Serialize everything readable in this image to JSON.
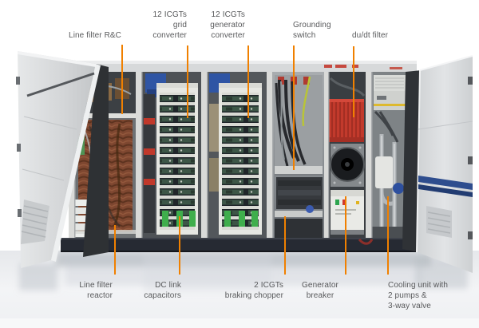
{
  "annotation": {
    "accent_color": "#F08000",
    "text_color": "#58595B",
    "top_labels": [
      {
        "id": "line-filter-rc",
        "lines": [
          "Line filter R&C"
        ]
      },
      {
        "id": "grid-converter",
        "lines": [
          "12 ICGTs",
          "grid",
          "converter"
        ]
      },
      {
        "id": "generator-converter",
        "lines": [
          "12 ICGTs",
          "generator",
          "converter"
        ]
      },
      {
        "id": "grounding-switch",
        "lines": [
          "Grounding",
          "switch"
        ]
      },
      {
        "id": "du-dt-filter",
        "lines": [
          "du/dt filter"
        ]
      }
    ],
    "bottom_labels": [
      {
        "id": "line-filter-reactor",
        "lines": [
          "Line filter",
          "reactor"
        ]
      },
      {
        "id": "dc-link-capacitors",
        "lines": [
          "DC link",
          "capacitors"
        ]
      },
      {
        "id": "braking-chopper",
        "lines": [
          "2 ICGTs",
          "braking chopper"
        ]
      },
      {
        "id": "generator-breaker",
        "lines": [
          "Generator",
          "breaker"
        ]
      },
      {
        "id": "cooling-unit",
        "lines": [
          "Cooling unit with",
          "2 pumps &",
          "3-way valve"
        ]
      }
    ]
  }
}
